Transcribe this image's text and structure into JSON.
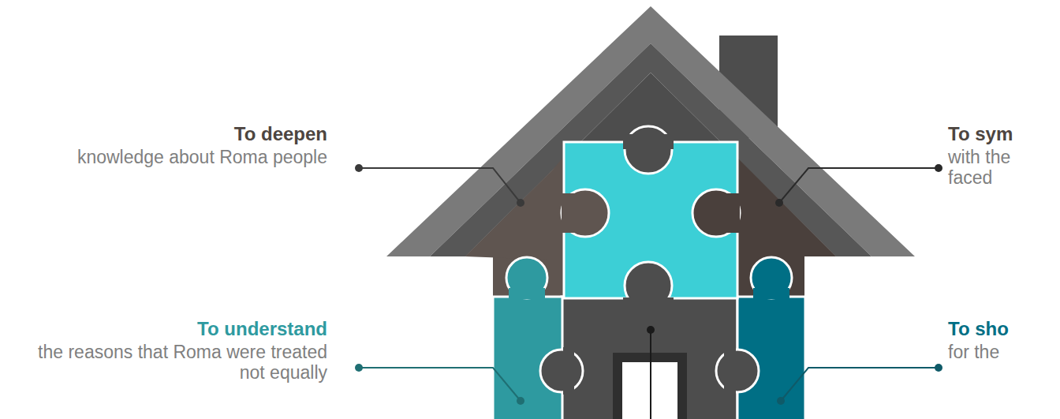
{
  "diagram": {
    "labels": [
      "To deepen",
      "knowledge about Roma people",
      "To understand",
      "the reasons that Roma were treated not equally",
      "To sym",
      "with the faced",
      "To sho",
      "for the"
    ]
  }
}
